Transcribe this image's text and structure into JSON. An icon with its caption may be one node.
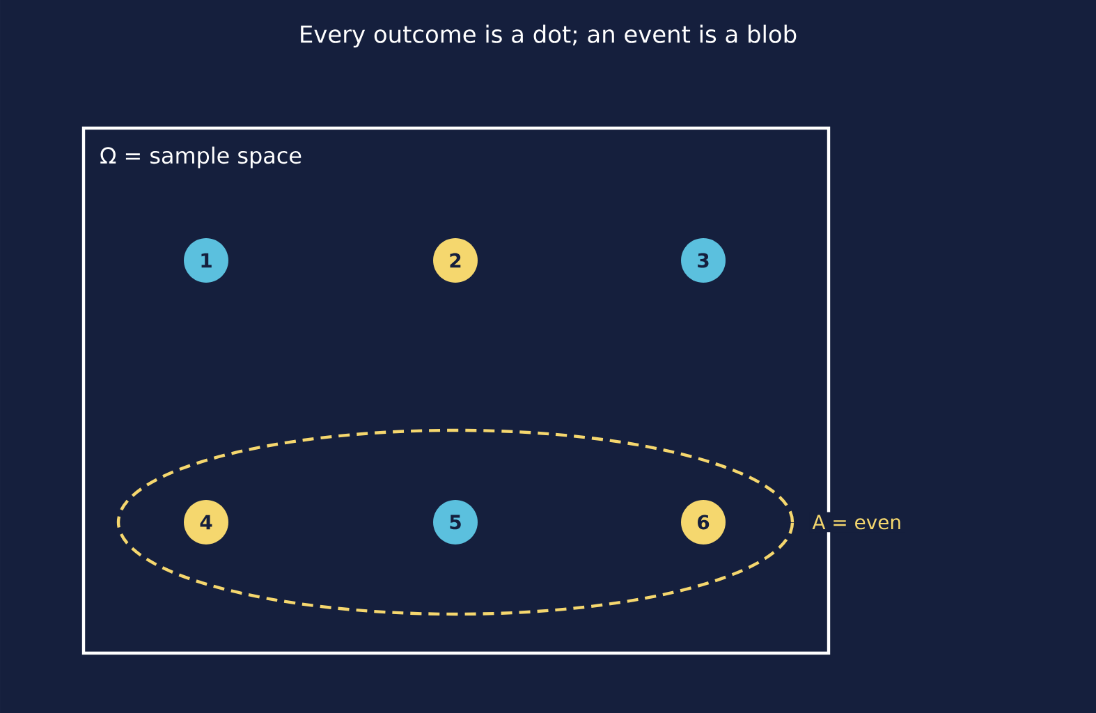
{
  "diagram": {
    "title": "Every outcome is a dot; an event is a blob",
    "nodes": [
      {
        "text": [
          "Ω = sample space"
        ]
      },
      {
        "text": [
          "1"
        ],
        "in": 0
      },
      {
        "text": [
          "2"
        ],
        "in": 0
      },
      {
        "text": [
          "3"
        ],
        "in": 0
      },
      {
        "text": [],
        "shape": "ellipse",
        "in": 0,
        "beside": [
          "A = even"
        ]
      },
      {
        "text": [
          "4"
        ],
        "in": 4
      },
      {
        "text": [
          "5"
        ],
        "in": 4
      },
      {
        "text": [
          "6"
        ],
        "in": 4
      }
    ],
    "edges": []
  }
}
